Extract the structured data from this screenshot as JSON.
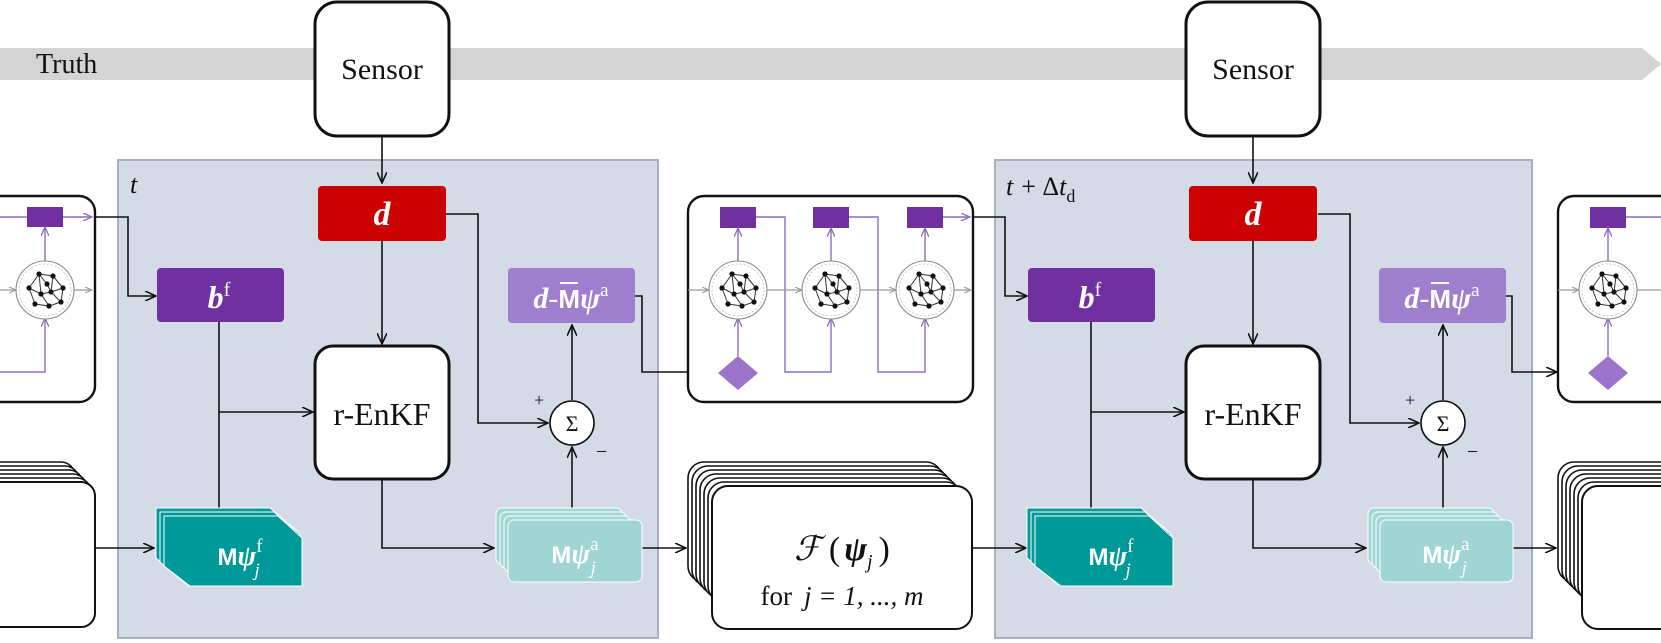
{
  "truth_label": "Truth",
  "sensor_label": "Sensor",
  "time_labels": {
    "t": "t",
    "t_next_var": "t",
    "t_next_plus": "+ Δ",
    "t_next_t": "t",
    "t_next_sub": "d"
  },
  "d_label": "d",
  "bf": {
    "b": "b",
    "sup": "f"
  },
  "innovation": {
    "d": "d",
    "dash": "-",
    "M": "M",
    "psi": "ψ",
    "sup": "a"
  },
  "enkf_label": "r-EnKF",
  "sum_label": "Σ",
  "plus": "+",
  "minus": "−",
  "forecast_ens": {
    "M": "M",
    "psi": "ψ",
    "sup": "f",
    "sub": "j"
  },
  "analysis_ens": {
    "M": "M",
    "psi": "ψ",
    "sup": "a",
    "sub": "j"
  },
  "model": {
    "F": "ℱ",
    "open": "(",
    "psi": "ψ",
    "sub": "j",
    "close": ")",
    "for_text": "for",
    "j_eq": "j = 1, ..., m"
  },
  "colors": {
    "truth_band": "#d4d4d4",
    "panel": "#d5dbe6",
    "panel_border": "#a9b0bd",
    "d_red": "#cc0000",
    "bf_purple": "#7030a0",
    "innov_lavender": "#9f7fcd",
    "teal_dark": "#009999",
    "teal_light": "#9fd6d3",
    "nn_purple": "#7030a0",
    "diamond": "#9b73c9"
  },
  "icons": [
    "neural-network-icon",
    "diamond-icon",
    "summation-icon"
  ]
}
